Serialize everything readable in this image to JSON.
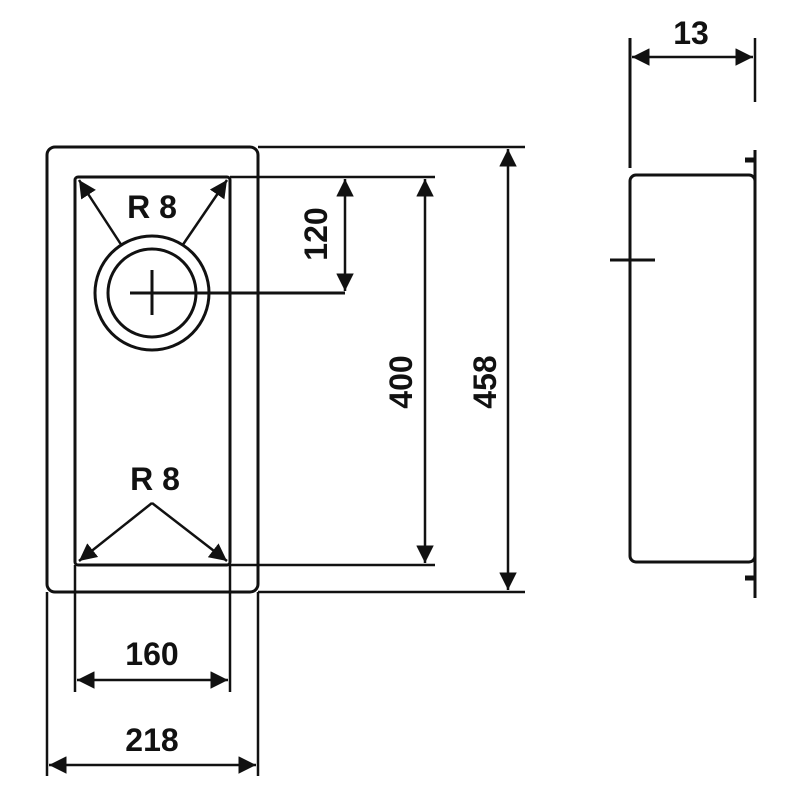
{
  "drawing": {
    "top_view": {
      "corner_radius_top": "R 8",
      "corner_radius_bottom": "R 8",
      "drain_offset": "120",
      "inner_length": "400",
      "outer_length": "458",
      "inner_width": "160",
      "outer_width": "218"
    },
    "side_view": {
      "flange_thickness": "13"
    }
  },
  "colors": {
    "line": "#111111",
    "background": "#ffffff"
  }
}
